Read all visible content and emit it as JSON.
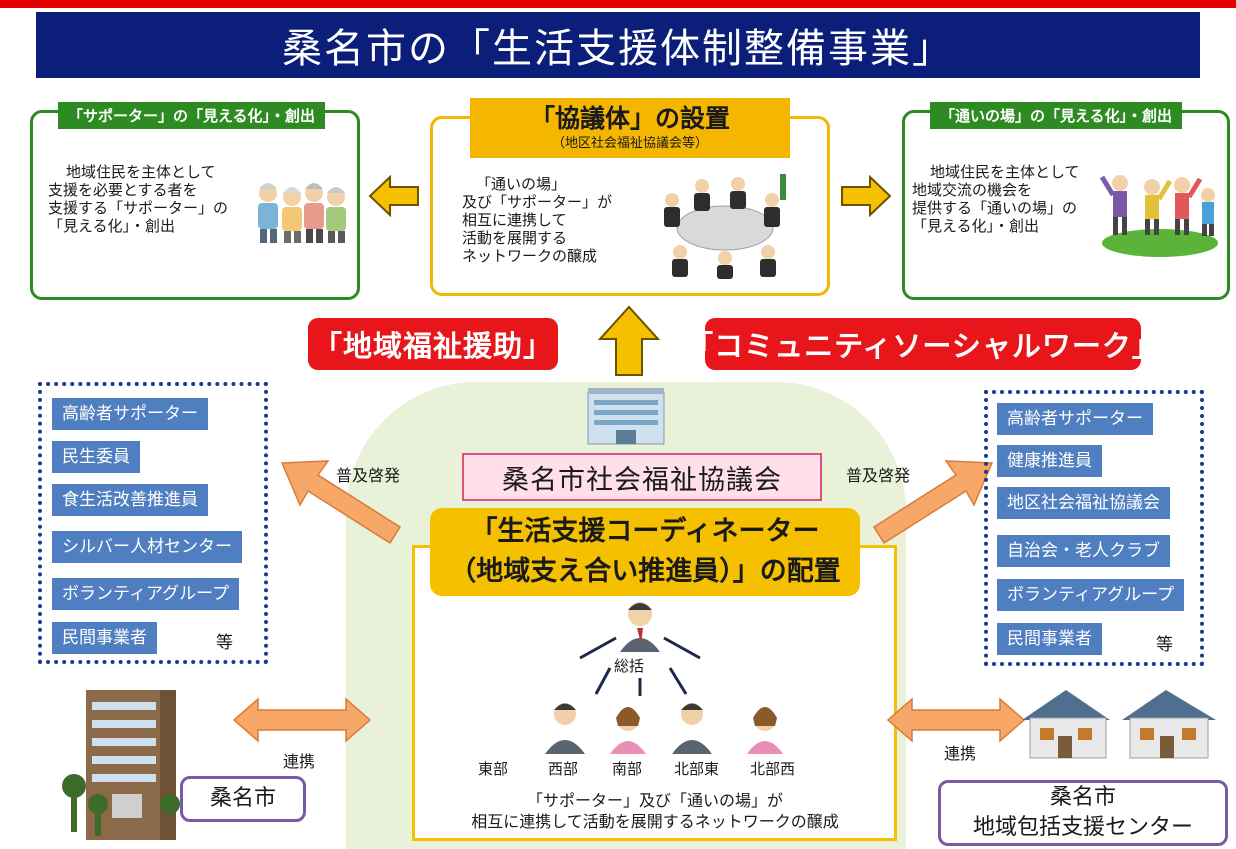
{
  "title": "桑名市の「生活支援体制整備事業」",
  "left_panel": {
    "tab": "「サポーター」の「見える化」・創出",
    "lines": [
      "地域住民を主体として",
      "支援を必要とする者を",
      "支援する「サポーター」の",
      "「見える化」・創出"
    ]
  },
  "center_panel": {
    "title": "「協議体」の設置",
    "subtitle": "（地区社会福祉協議会等）",
    "lines": [
      "「通いの場」",
      "及び「サポーター」が",
      "相互に連携して",
      "活動を展開する",
      "ネットワークの醸成"
    ]
  },
  "right_panel": {
    "tab": "「通いの場」の「見える化」・創出",
    "lines": [
      "地域住民を主体として",
      "地域交流の機会を",
      "提供する「通いの場」の",
      "「見える化」・創出"
    ]
  },
  "badges": {
    "left": "「地域福祉援助」",
    "right": "「コミュニティソーシャルワーク」"
  },
  "organization": "桑名市社会福祉協議会",
  "coordinator": {
    "line1": "「生活支援コーディネーター",
    "line2": "（地域支え合い推進員）」の配置"
  },
  "spread_label_left": "普及啓発",
  "spread_label_right": "普及啓発",
  "left_list": {
    "items": [
      "高齢者サポーター",
      "民生委員",
      "食生活改善推進員",
      "シルバー人材センター",
      "ボランティアグループ",
      "民間事業者"
    ],
    "etc": "等"
  },
  "right_list": {
    "items": [
      "高齢者サポーター",
      "健康推進員",
      "地区社会福祉協議会",
      "自治会・老人クラブ",
      "ボランティアグループ",
      "民間事業者"
    ],
    "etc": "等"
  },
  "people": {
    "leader": "総括",
    "members": [
      "東部",
      "西部",
      "南部",
      "北部東",
      "北部西"
    ]
  },
  "network_text": {
    "line1": "「サポーター」及び「通いの場」が",
    "line2": "相互に連携して活動を展開するネットワークの醸成"
  },
  "link_label_left": "連携",
  "link_label_right": "連携",
  "city_box": "桑名市",
  "center_box": {
    "line1": "桑名市",
    "line2": "地域包括支援センター"
  },
  "colors": {
    "title_bg": "#0a1e7a",
    "accent_red": "#e8151b",
    "green": "#2e8b22",
    "yellow": "#f5c000",
    "chip_blue": "#4f7fc0",
    "arrow_orange": "#f7a869"
  }
}
